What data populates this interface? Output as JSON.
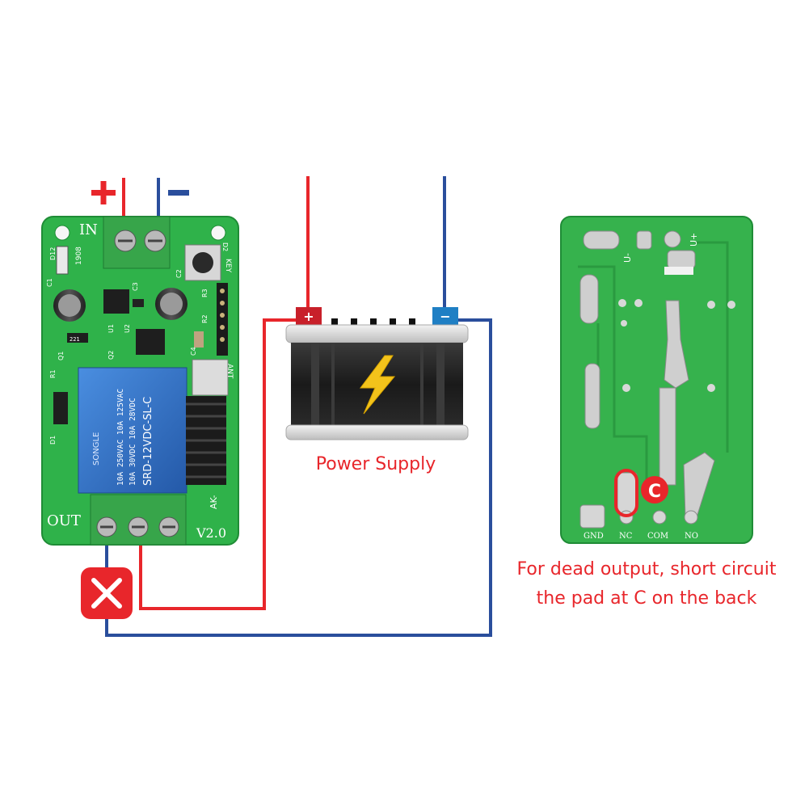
{
  "diagram": {
    "input_plus_sign": "+",
    "input_minus_sign": "−",
    "power_supply": {
      "label": "Power Supply",
      "plus_terminal": "+",
      "minus_terminal": "−"
    },
    "left_board": {
      "in_label": "IN",
      "out_label": "OUT",
      "version": "V2.0",
      "key_label": "KEY",
      "ant_label": "ANT",
      "relay": {
        "brand": "SONGLE",
        "line1": "10A 250VAC  10A 125VAC",
        "line2": "10A 30VDC  10A 28VDC",
        "model": "SRD-12VDC-SL-C"
      },
      "chip_marks": [
        "1908",
        "221"
      ],
      "part_labels": [
        "D12",
        "C1",
        "C3",
        "C2",
        "U1",
        "U2",
        "Q2",
        "Q1",
        "R1",
        "D1",
        "R3",
        "R2",
        "C4",
        "D2"
      ],
      "bottom_id": "AK-"
    },
    "right_board": {
      "top_labels": [
        "U-",
        "U+"
      ],
      "pad_labels": [
        "GND",
        "NC",
        "COM",
        "NO"
      ],
      "marker": "C"
    },
    "note_line1": "For dead output, short circuit",
    "note_line2": "the pad at C on the back"
  },
  "colors": {
    "wire_red": "#e8262b",
    "wire_blue": "#2a4e9c",
    "pcb_green": "#2fb24a",
    "relay_blue": "#2e6fc4",
    "terminal_green": "#37a54a"
  },
  "icons": {
    "power": "lightning-bolt-icon",
    "broken": "cross-icon"
  }
}
